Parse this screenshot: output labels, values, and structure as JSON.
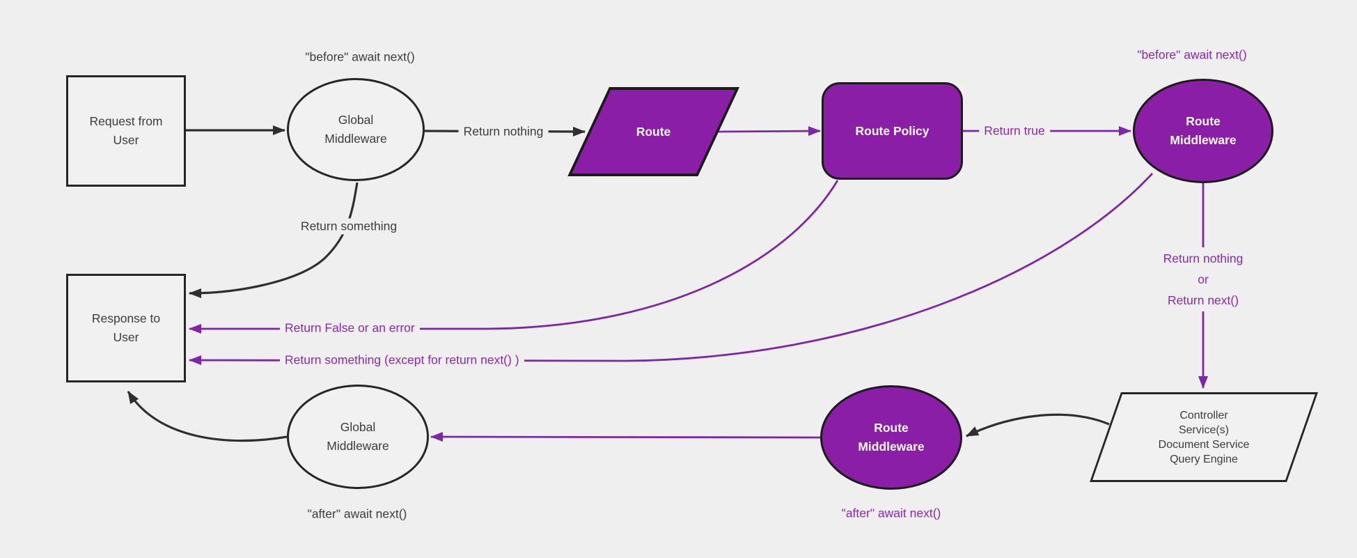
{
  "diagram": {
    "title": "Request / middleware lifecycle flowchart",
    "colors": {
      "background": "#efefef",
      "purple_fill": "#8a1fa6",
      "purple_line": "#7d26a7",
      "purple_text": "#8b28b1",
      "dark_line": "#2f2f2f",
      "dark_text": "#3c3c3c",
      "node_border": "#262626",
      "light_fill": "#f1f1f1",
      "white_text": "#ffffff"
    },
    "nodes": {
      "request": {
        "lines": [
          "Request from",
          "User"
        ]
      },
      "global_middleware_top": {
        "lines": [
          "Global",
          "Middleware"
        ]
      },
      "route": {
        "label": "Route"
      },
      "route_policy": {
        "label": "Route Policy"
      },
      "route_middleware_top": {
        "lines": [
          "Route",
          "Middleware"
        ]
      },
      "controller": {
        "lines": [
          "Controller",
          "Service(s)",
          "Document Service",
          "Query Engine"
        ]
      },
      "route_middleware_bottom": {
        "lines": [
          "Route",
          "Middleware"
        ]
      },
      "global_middleware_bottom": {
        "lines": [
          "Global",
          "Middleware"
        ]
      },
      "response": {
        "lines": [
          "Response to",
          "User"
        ]
      }
    },
    "edge_labels": {
      "before_await_top": "\"before\" await next()",
      "return_nothing": "Return nothing",
      "return_true": "Return true",
      "before_await_right": "\"before\" await next()",
      "return_nothing_or": {
        "lines": [
          "Return nothing",
          "or",
          "Return next()"
        ]
      },
      "return_something": "Return something",
      "return_false_or_error": "Return False or an error",
      "return_something_except": "Return something (except for return next() )",
      "after_await_bottom_purple": "\"after\" await next()",
      "after_await_bottom_black": "\"after\" await next()"
    }
  }
}
